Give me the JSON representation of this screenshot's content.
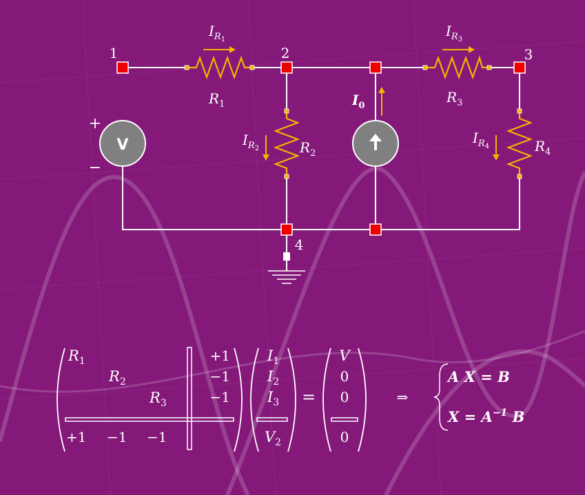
{
  "colors": {
    "background": "#84197a",
    "wire": "#ffffff",
    "resistor": "#f5b400",
    "node": "#ee0000",
    "source": "#808080"
  },
  "circuit": {
    "nodes": [
      "1",
      "2",
      "3",
      "4"
    ],
    "voltage_source": {
      "symbol": "V",
      "plus": "+",
      "minus": "−"
    },
    "current_source": {
      "icon": "arrow-up-icon",
      "label_main": "I",
      "label_sub": "0"
    },
    "resistors": [
      {
        "main": "R",
        "sub": "1",
        "current_main": "I",
        "current_r": "R",
        "current_sub": "1"
      },
      {
        "main": "R",
        "sub": "2",
        "current_main": "I",
        "current_r": "R",
        "current_sub": "2"
      },
      {
        "main": "R",
        "sub": "3",
        "current_main": "I",
        "current_r": "R",
        "current_sub": "3"
      },
      {
        "main": "R",
        "sub": "4",
        "current_main": "I",
        "current_r": "R",
        "current_sub": "4"
      }
    ]
  },
  "equation": {
    "matrix": {
      "diag": [
        {
          "main": "R",
          "sub": "1"
        },
        {
          "main": "R",
          "sub": "2"
        },
        {
          "main": "R",
          "sub": "3"
        }
      ],
      "last_col": [
        "+1",
        "−1",
        "−1"
      ],
      "last_row": [
        "+1",
        "−1",
        "−1"
      ]
    },
    "unknowns": [
      {
        "main": "I",
        "sub": "1"
      },
      {
        "main": "I",
        "sub": "2"
      },
      {
        "main": "I",
        "sub": "3"
      },
      {
        "main": "V",
        "sub": "2"
      }
    ],
    "equals": "=",
    "rhs": [
      "V",
      "0",
      "0",
      "0"
    ],
    "implies": "⇒",
    "system": [
      "A X = B",
      "X = A",
      "−1",
      " B"
    ]
  }
}
